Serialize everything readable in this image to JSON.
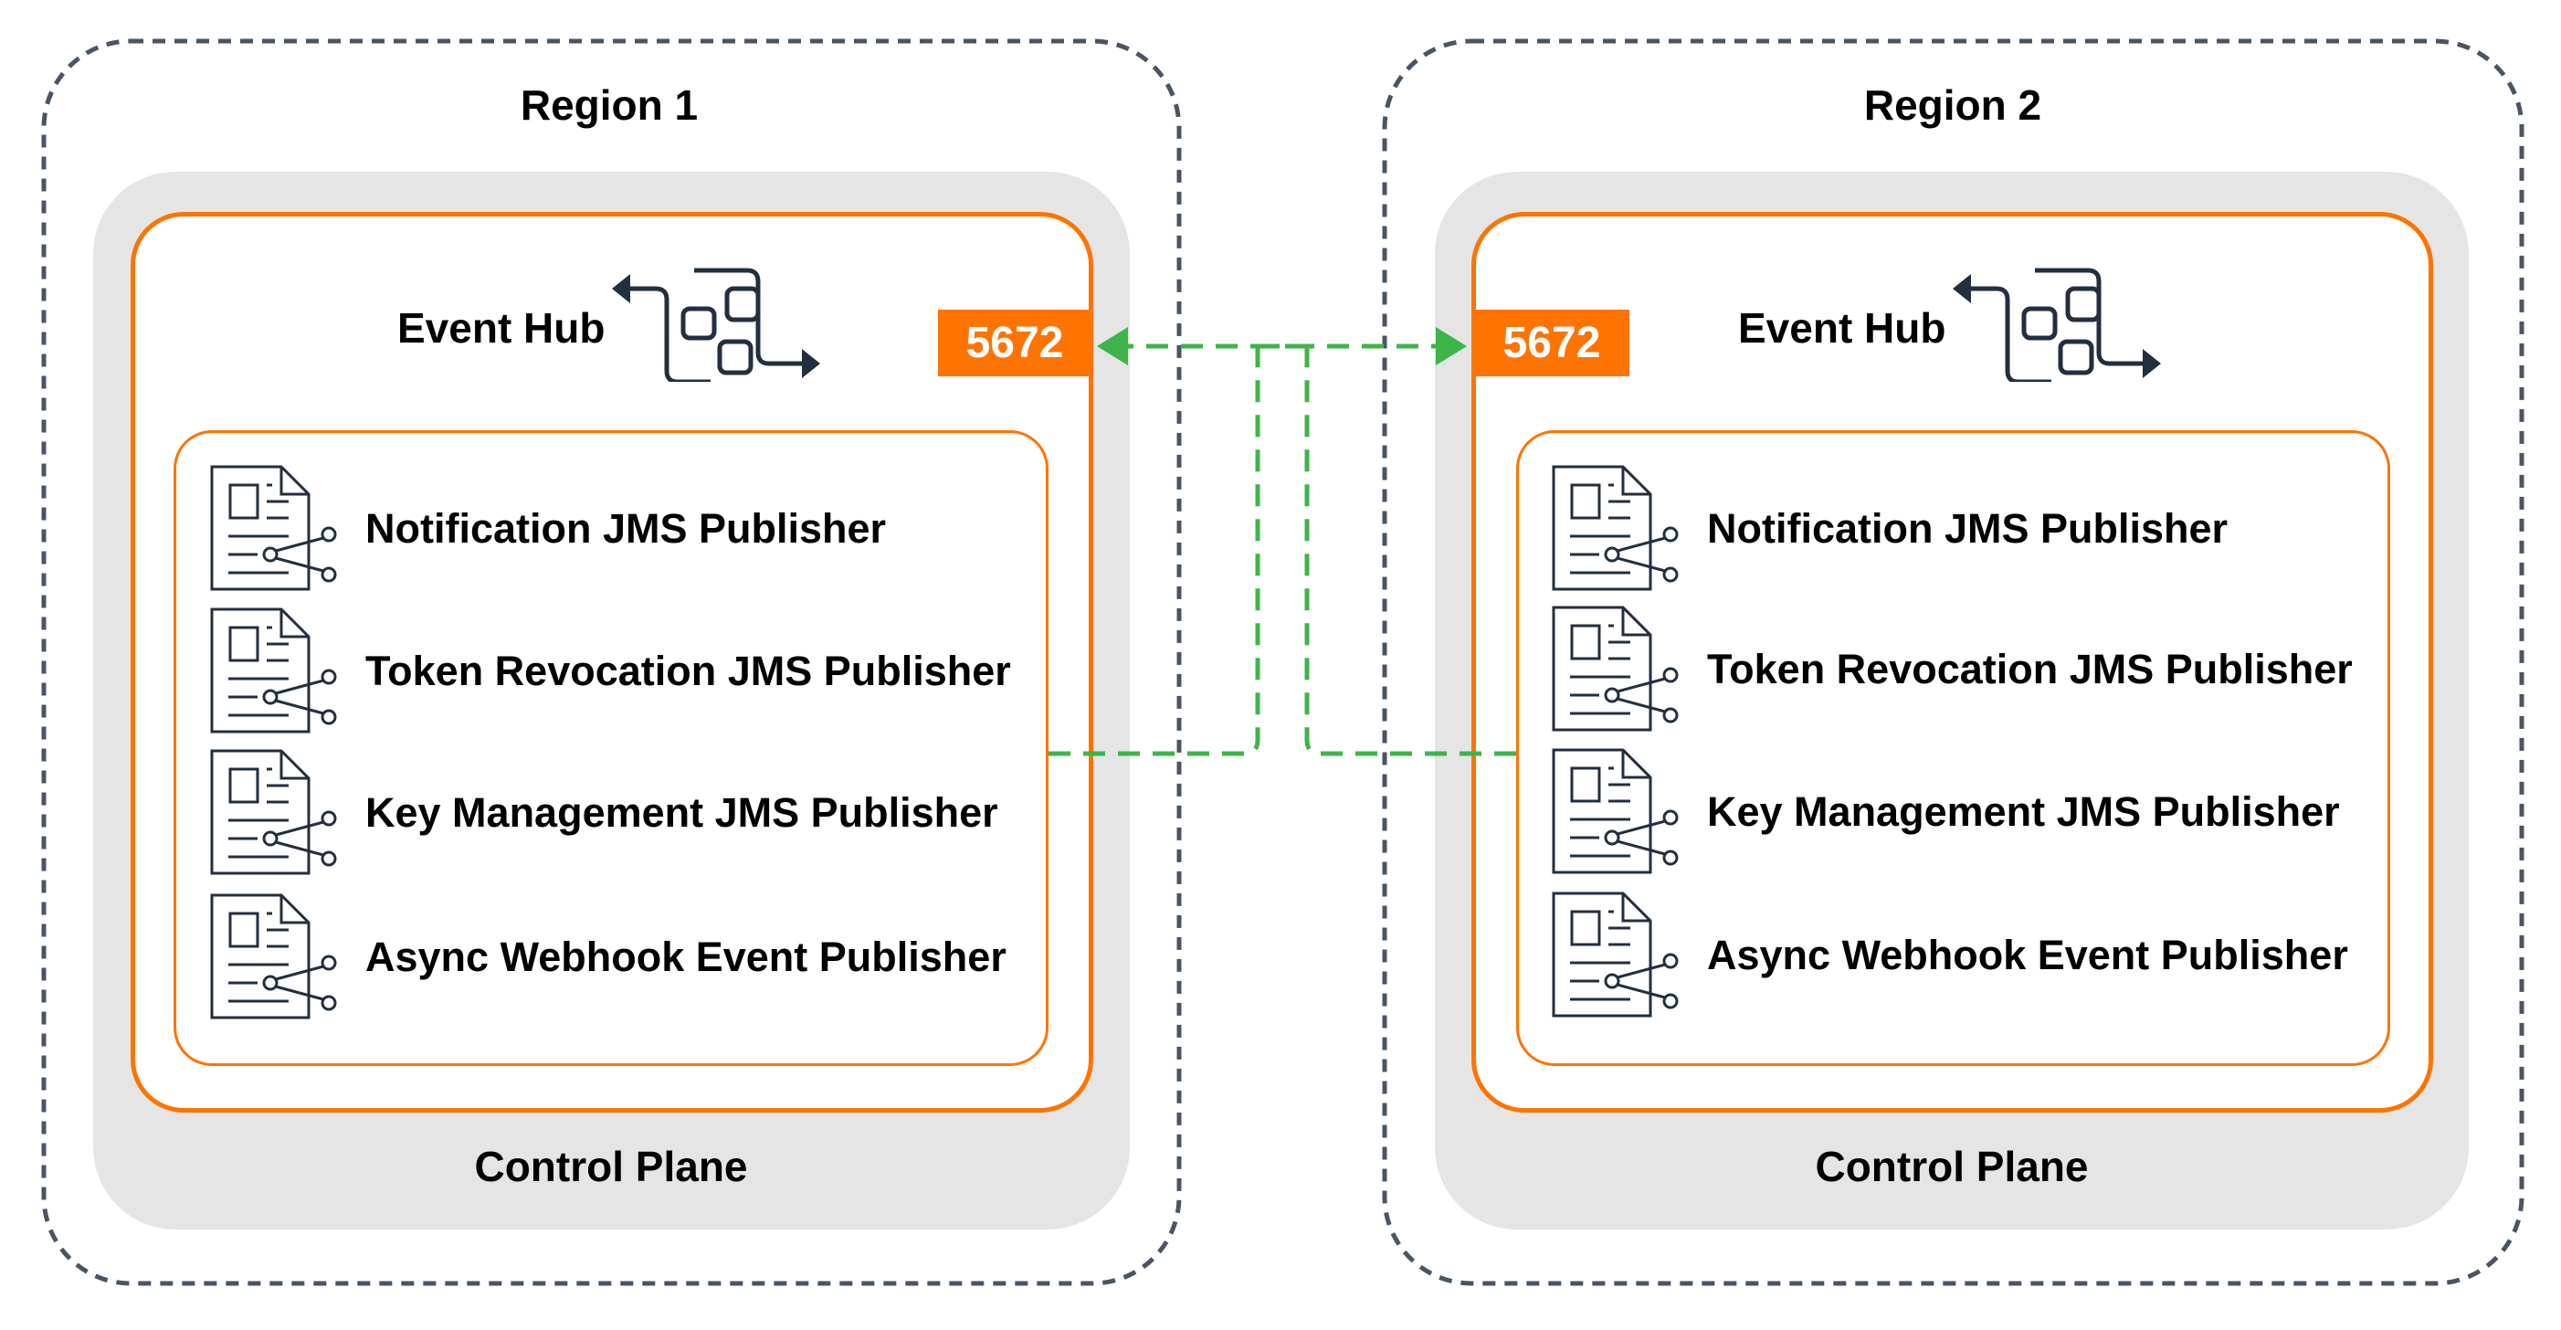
{
  "regions": [
    {
      "title": "Region 1",
      "event_hub": {
        "label": "Event Hub",
        "icon": "event-hub-icon",
        "port": "5672"
      },
      "publishers": [
        {
          "label": "Notification JMS Publisher",
          "icon": "jms-publisher-icon"
        },
        {
          "label": "Token Revocation JMS Publisher",
          "icon": "jms-publisher-icon"
        },
        {
          "label": "Key Management JMS Publisher",
          "icon": "jms-publisher-icon"
        },
        {
          "label": "Async Webhook Event Publisher",
          "icon": "jms-publisher-icon"
        }
      ],
      "plane_label": "Control Plane"
    },
    {
      "title": "Region 2",
      "event_hub": {
        "label": "Event Hub",
        "icon": "event-hub-icon",
        "port": "5672"
      },
      "publishers": [
        {
          "label": "Notification JMS Publisher",
          "icon": "jms-publisher-icon"
        },
        {
          "label": "Token Revocation JMS Publisher",
          "icon": "jms-publisher-icon"
        },
        {
          "label": "Key Management JMS Publisher",
          "icon": "jms-publisher-icon"
        },
        {
          "label": "Async Webhook Event Publisher",
          "icon": "jms-publisher-icon"
        }
      ],
      "plane_label": "Control Plane"
    }
  ],
  "connections": [
    {
      "from": "Region 1 publishers",
      "to": "Region 2 Event Hub port 5672",
      "style": "dashed",
      "color": "#3db54a"
    },
    {
      "from": "Region 2 publishers",
      "to": "Region 1 Event Hub port 5672",
      "style": "dashed",
      "color": "#3db54a"
    }
  ],
  "colors": {
    "accent_orange": "#ff7300",
    "connector_green": "#3db54a",
    "region_border": "#4a5563",
    "plane_gray": "#e5e5e5",
    "icon_stroke": "#232f3e"
  }
}
